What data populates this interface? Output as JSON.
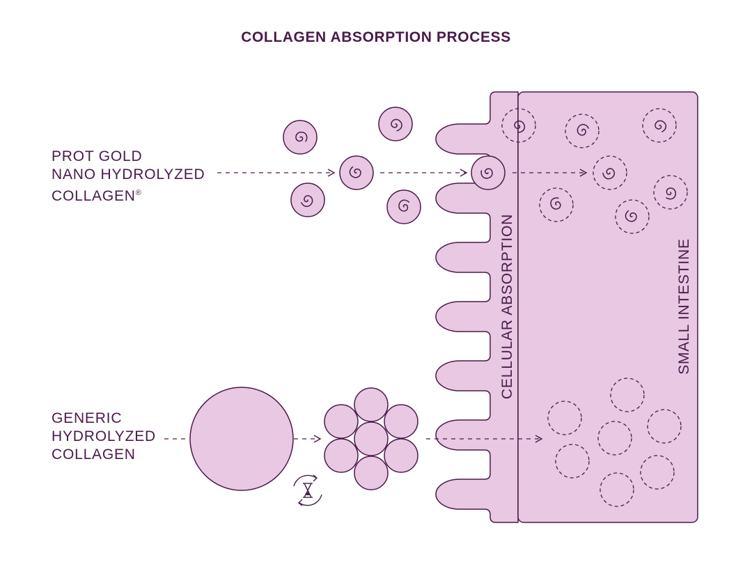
{
  "title": "COLLAGEN ABSORPTION PROCESS",
  "nano_label": {
    "line1": "PROT GOLD",
    "line2": "NANO HYDROLYZED",
    "line3": "COLLAGEN",
    "mark": "®"
  },
  "generic_label": {
    "line1": "GENERIC",
    "line2": "HYDROLYZED",
    "line3": "COLLAGEN"
  },
  "cellular_label": "CELLULAR ABSORPTION",
  "intestine_label": "SMALL INTESTINE",
  "colors": {
    "fill": "#e8c8e2",
    "stroke": "#4a1a4a"
  },
  "icons": {
    "particle": "spiral-particle-icon",
    "time_cycle": "hourglass-cycle-icon"
  }
}
